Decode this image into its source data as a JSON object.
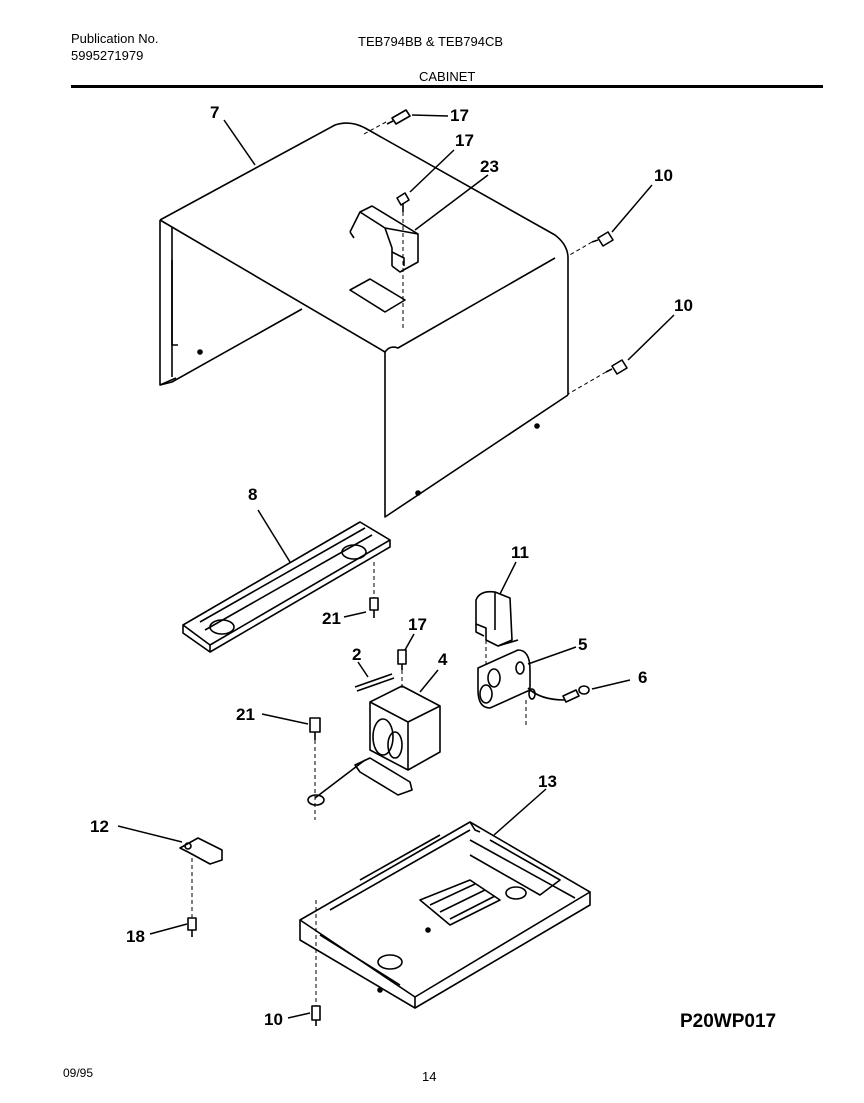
{
  "header": {
    "publication_label": "Publication No.",
    "publication_number": "5995271979",
    "models": "TEB794BB & TEB794CB",
    "section_title": "CABINET"
  },
  "callouts": {
    "c7": "7",
    "c17a": "17",
    "c17b": "17",
    "c23": "23",
    "c10a": "10",
    "c10b": "10",
    "c8": "8",
    "c21a": "21",
    "c11": "11",
    "c17c": "17",
    "c2": "2",
    "c4": "4",
    "c5": "5",
    "c6": "6",
    "c21b": "21",
    "c13": "13",
    "c12": "12",
    "c18": "18",
    "c10c": "10"
  },
  "figure_code": "P20WP017",
  "footer": {
    "date": "09/95",
    "page": "14"
  }
}
